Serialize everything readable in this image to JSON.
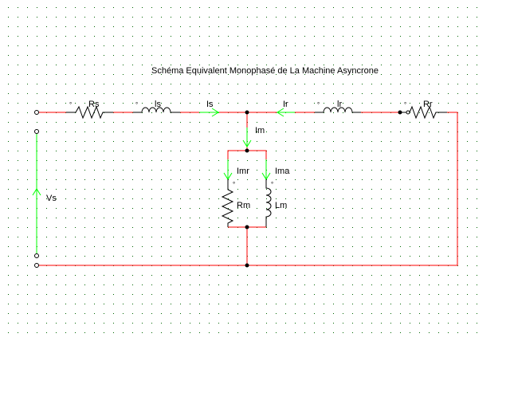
{
  "title": "Schéma Equivalent Monophasé de La Machine Asyncrone",
  "labels": {
    "rs": "Rs",
    "ls": "ls",
    "is": "Is",
    "im": "Im",
    "imr": "Imr",
    "ima": "Ima",
    "rm": "Rm",
    "lm": "Lm",
    "ir_current": "Ir",
    "lr": "lr",
    "rr": "Rr",
    "vs": "Vs",
    "marker": "°"
  },
  "colors": {
    "wire": "#ff0000",
    "current_arrow": "#00ff00",
    "component": "#000000",
    "grid_dot": "#006600"
  }
}
